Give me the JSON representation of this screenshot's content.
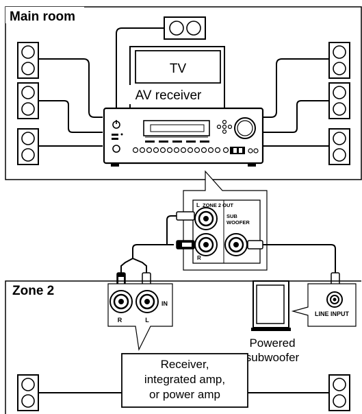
{
  "main_room": {
    "title": "Main room"
  },
  "zone2": {
    "title": "Zone 2"
  },
  "devices": {
    "tv": "TV",
    "av_receiver": "AV receiver",
    "powered_subwoofer_line1": "Powered",
    "powered_subwoofer_line2": "subwoofer",
    "zone_receiver_line1": "Receiver,",
    "zone_receiver_line2": "integrated amp,",
    "zone_receiver_line3": "or power amp"
  },
  "callout_receiver": {
    "zone2_out": "ZONE 2 OUT",
    "l": "L",
    "r": "R",
    "sub_line1": "SUB",
    "sub_line2": "WOOFER"
  },
  "callout_zone_inputs": {
    "r": "R",
    "l": "L",
    "in": "IN"
  },
  "callout_sub_input": {
    "line_input": "LINE INPUT"
  }
}
